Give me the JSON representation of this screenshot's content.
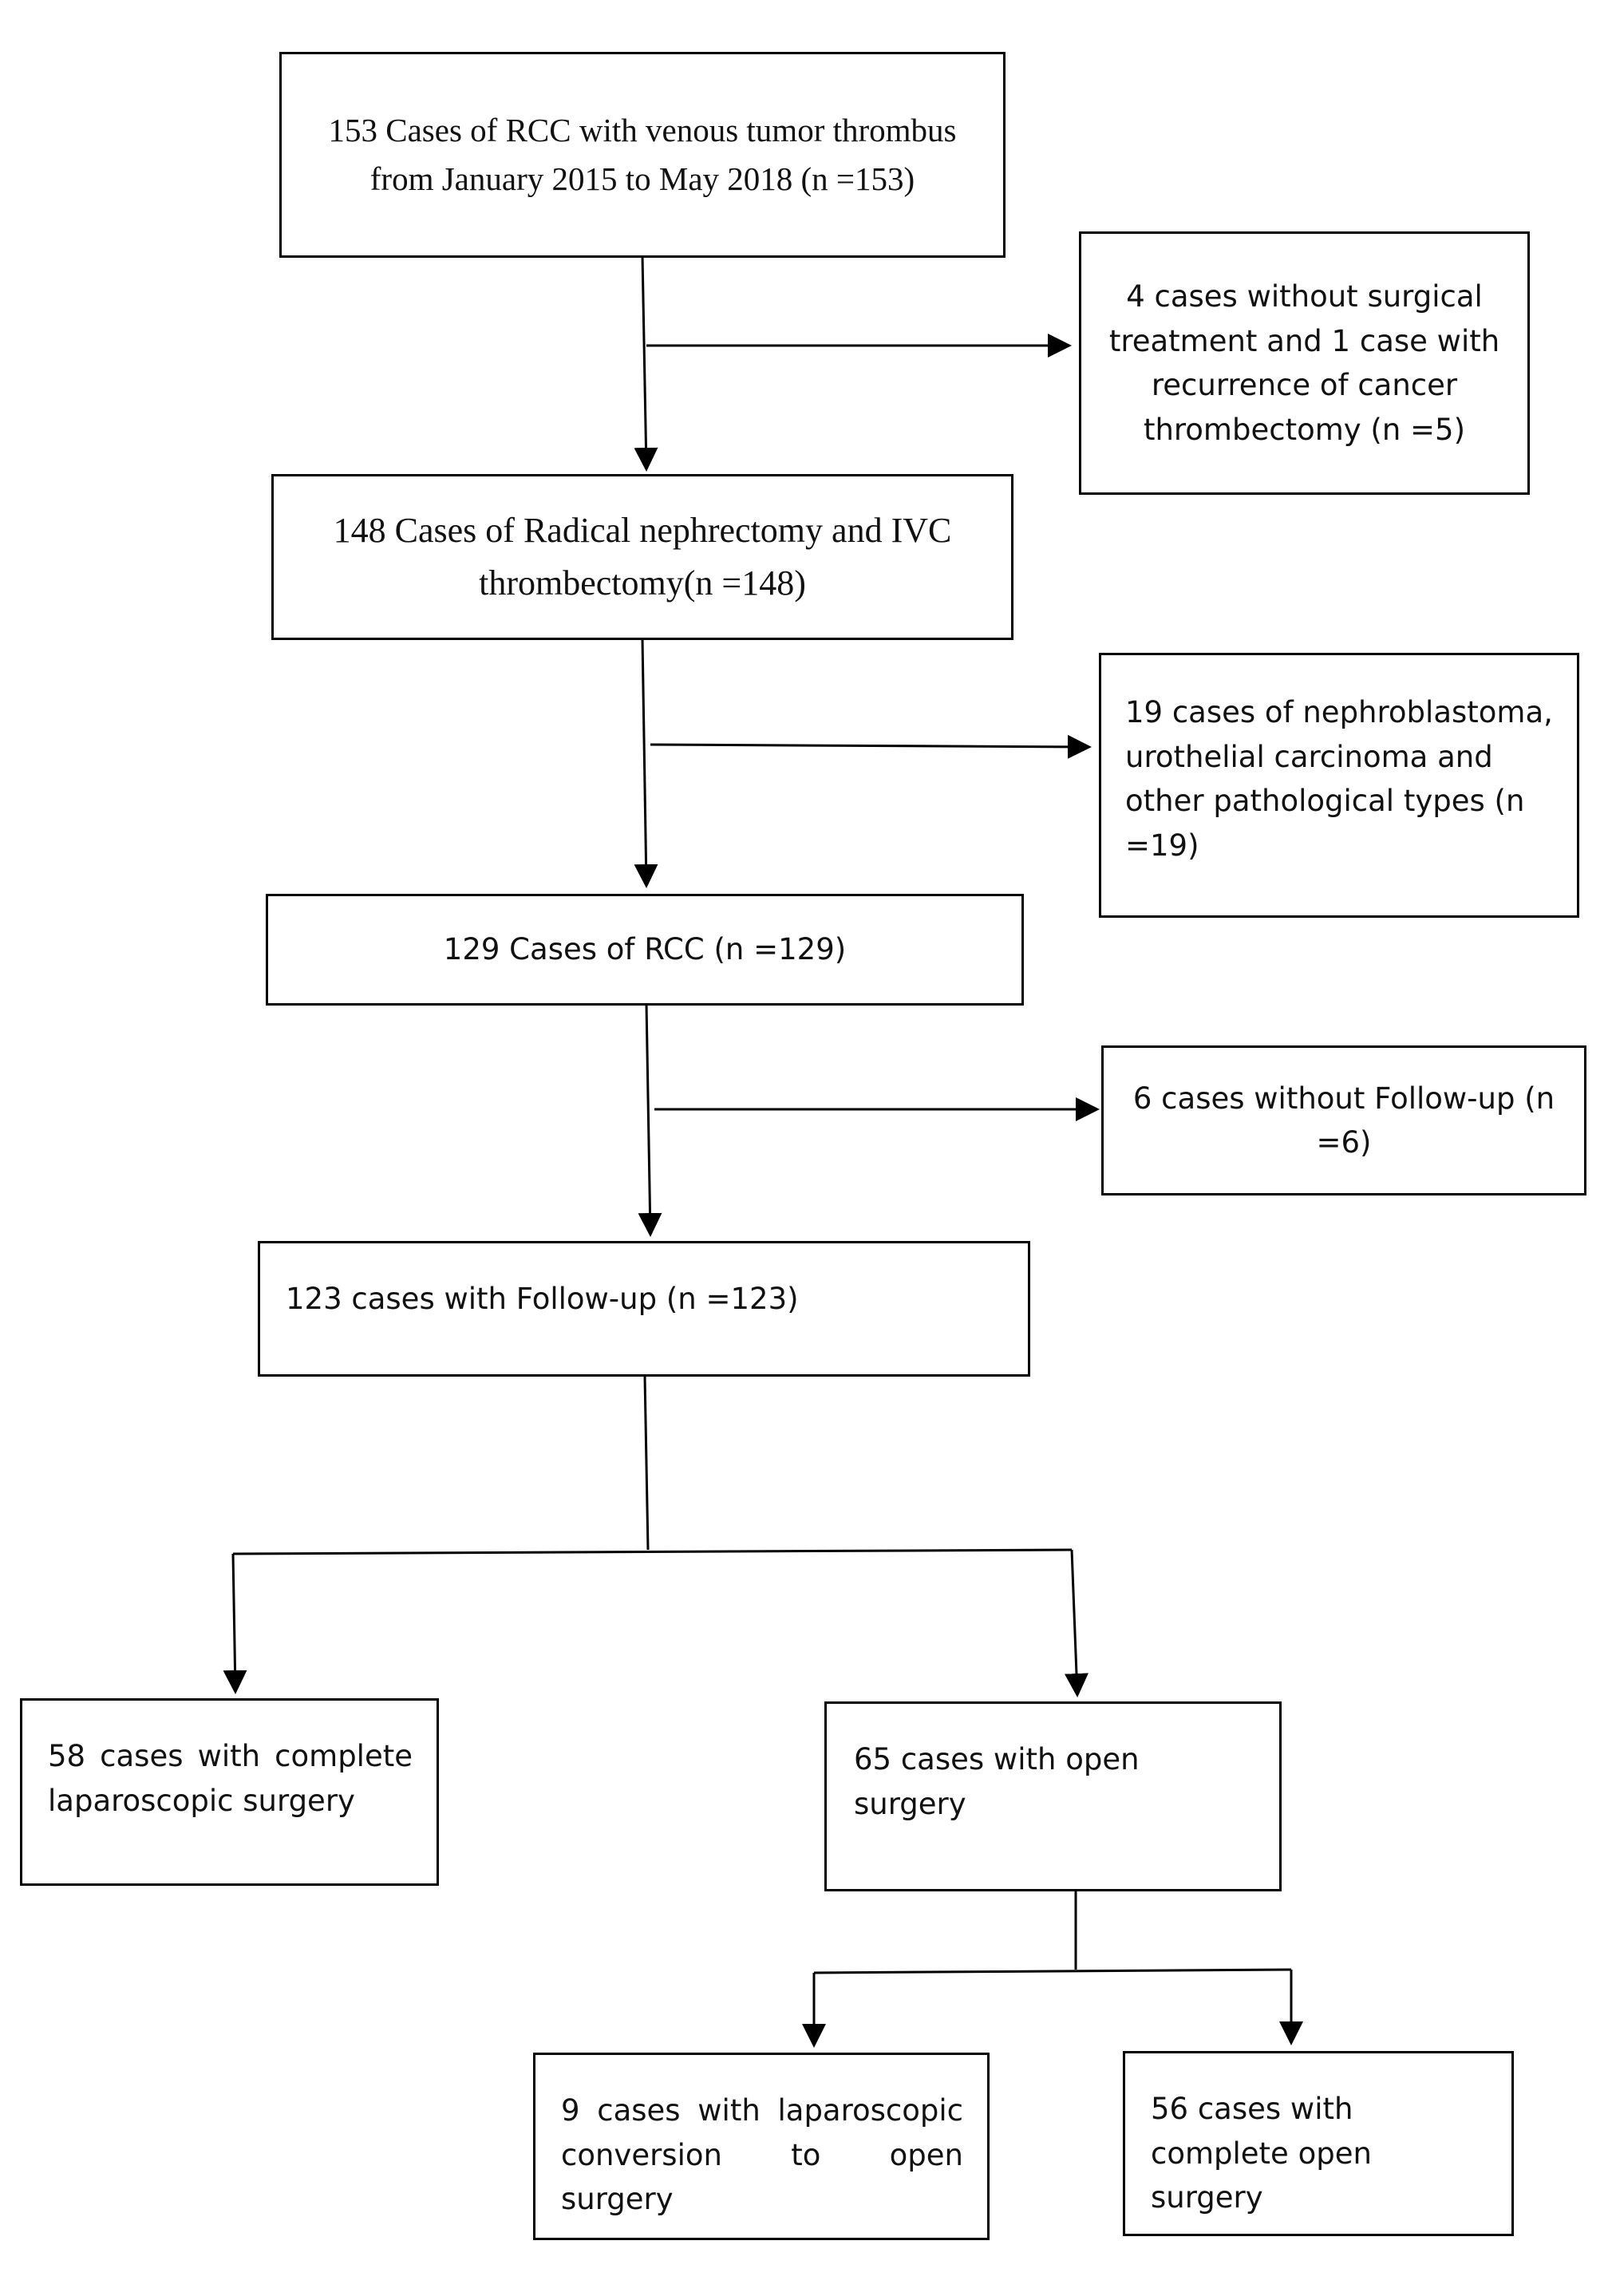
{
  "flowchart": {
    "nodes": {
      "n153": "153 Cases of RCC with venous tumor thrombus from January 2015 to May 2018 (n =153)",
      "ex5": "4 cases without surgical treatment and 1 case with recurrence of cancer thrombectomy (n =5)",
      "n148": "148 Cases of Radical nephrectomy and IVC thrombectomy(n =148)",
      "ex19": "19 cases of nephroblastoma, urothelial carcinoma and other pathological types (n =19)",
      "n129": "129 Cases of RCC (n =129)",
      "ex6": "6 cases without Follow-up (n =6)",
      "n123": "123 cases with Follow-up (n =123)",
      "n58": "58 cases with complete laparoscopic surgery",
      "n65": "65 cases with open surgery",
      "n9": "9 cases with laparoscopic conversion to open surgery",
      "n56": "56 cases with complete open surgery"
    }
  }
}
